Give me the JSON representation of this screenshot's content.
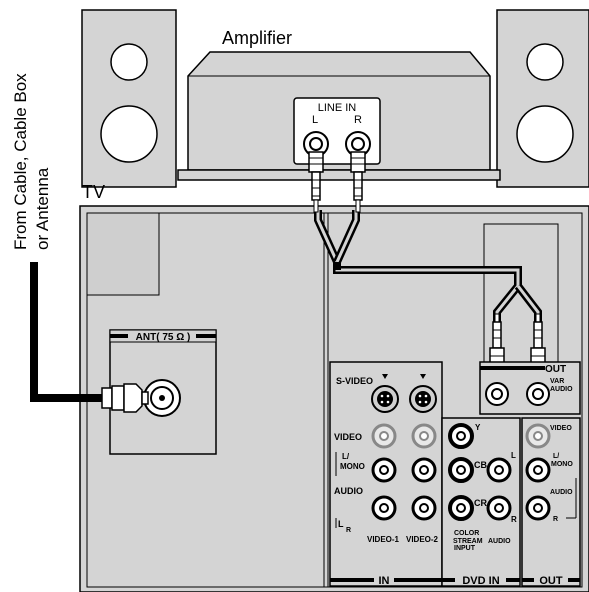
{
  "labels": {
    "amplifier": "Amplifier",
    "line_in": "LINE IN",
    "left": "L",
    "right": "R",
    "tv": "TV",
    "source_line1": "From Cable, Cable Box",
    "source_line2": "or Antenna",
    "antenna": "ANT( 75 Ω )",
    "svideo": "S-VIDEO",
    "out_top": "OUT",
    "var": "VAR",
    "audio_word": "AUDIO",
    "video": "VIDEO",
    "l_slash": "L/",
    "mono": "MONO",
    "audio": "AUDIO",
    "l_small": "L",
    "r_small": "R",
    "video1": "VIDEO-1",
    "video2": "VIDEO-2",
    "in": "IN",
    "y": "Y",
    "cb": "CB",
    "cr": "CR",
    "color": "COLOR",
    "stream": "STREAM",
    "input": "INPUT",
    "dvd_audio": "AUDIO",
    "dvd_in": "DVD IN",
    "out_video": "VIDEO",
    "out_l": "L/",
    "out_mono": "MONO",
    "out_audio": "AUDIO",
    "out_r": "R",
    "out_bottom": "OUT",
    "dvd_l": "L",
    "dvd_r": "R"
  },
  "colors": {
    "panel": "#d4d4d4",
    "panel_dark": "#bdbdbd",
    "line": "#000000",
    "jack_fill": "#ffffff"
  }
}
